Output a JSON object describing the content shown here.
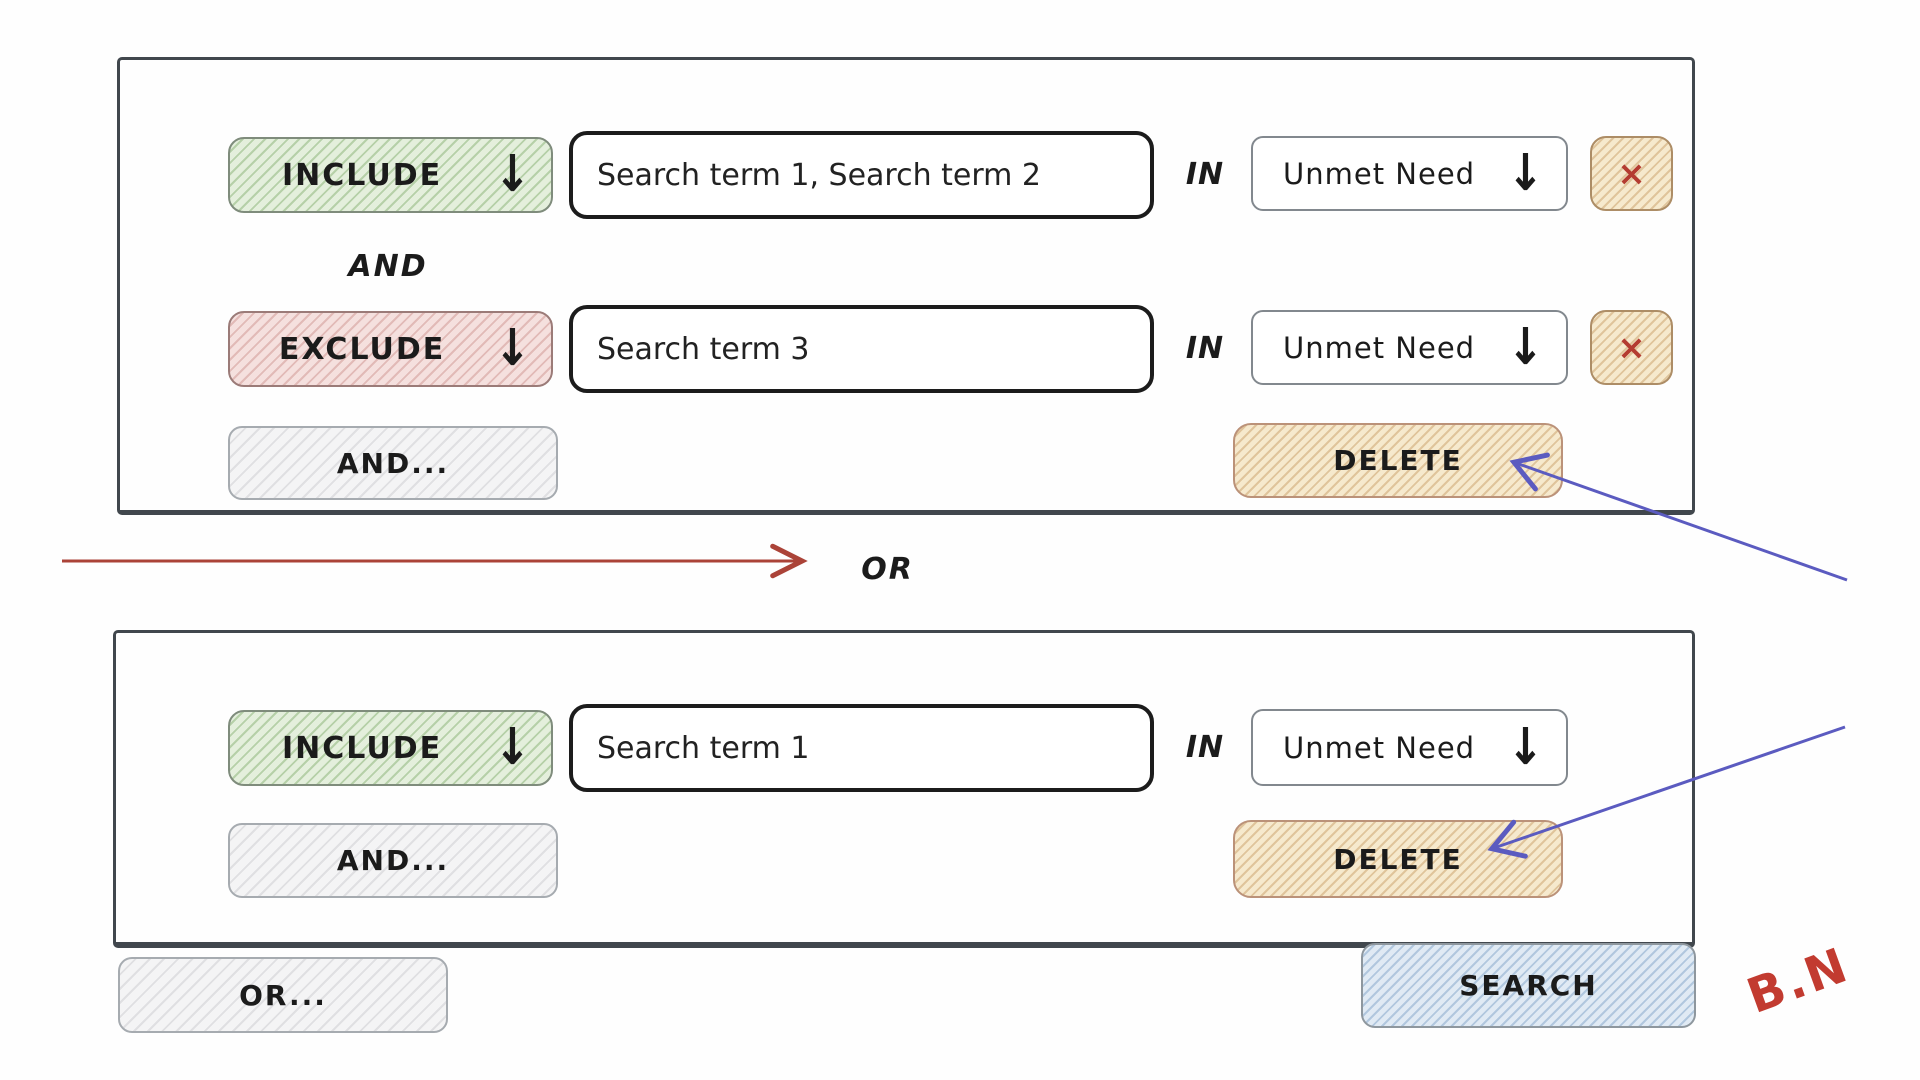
{
  "groups": [
    {
      "rows": [
        {
          "operator": "INCLUDE",
          "type": "include",
          "terms": "Search term 1, Search term 2",
          "in_label": "IN",
          "field": "Unmet Need"
        },
        {
          "operator": "EXCLUDE",
          "type": "exclude",
          "terms": "Search term 3",
          "in_label": "IN",
          "field": "Unmet Need"
        }
      ],
      "connector": "AND",
      "add_condition_label": "AND...",
      "delete_label": "DELETE"
    },
    {
      "rows": [
        {
          "operator": "INCLUDE",
          "type": "include",
          "terms": "Search term 1",
          "in_label": "IN",
          "field": "Unmet Need"
        }
      ],
      "add_condition_label": "AND...",
      "delete_label": "DELETE"
    }
  ],
  "group_connector_label": "OR",
  "add_group_label": "OR...",
  "search_label": "SEARCH",
  "signature": "B.N",
  "icons": {
    "dropdown_arrow": "↓",
    "remove_x": "×"
  },
  "colors": {
    "include_fill": "#e4efdc",
    "exclude_fill": "#f5e0de",
    "neutral_fill": "#f4f4f5",
    "delete_fill": "#f6e9cd",
    "search_fill": "#e0eaf4",
    "box_border": "#41474d",
    "input_border": "#1c1c1c",
    "remove_x_color": "#b43c31",
    "red_arrow": "#ab4338",
    "blue_arrow": "#5b5bc0",
    "signature_color": "#c23b30"
  }
}
